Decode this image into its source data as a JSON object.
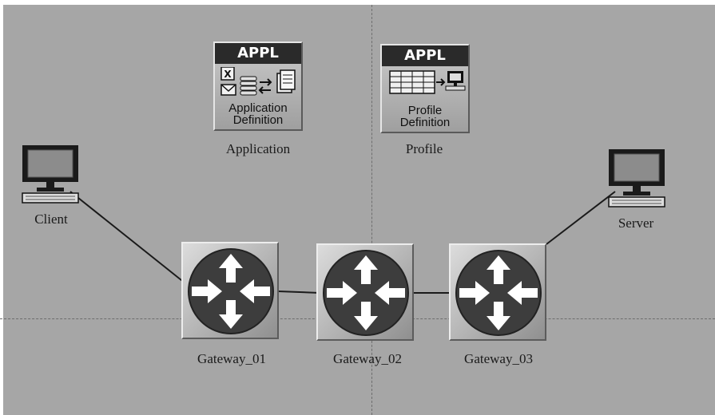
{
  "diagram": {
    "application": {
      "badge": "APPL",
      "icon_line1": "Application",
      "icon_line2": "Definition",
      "label": "Application"
    },
    "profile": {
      "badge": "APPL",
      "icon_line1": "Profile",
      "icon_line2": "Definition",
      "label": "Profile"
    },
    "client": {
      "label": "Client"
    },
    "server": {
      "label": "Server"
    },
    "gateways": [
      {
        "label": "Gateway_01"
      },
      {
        "label": "Gateway_02"
      },
      {
        "label": "Gateway_03"
      }
    ],
    "links": [
      [
        "Client",
        "Gateway_01"
      ],
      [
        "Gateway_01",
        "Gateway_02"
      ],
      [
        "Gateway_02",
        "Gateway_03"
      ],
      [
        "Gateway_03",
        "Server"
      ]
    ],
    "colors": {
      "canvas": "#a6a6a6",
      "router_disk": "#3d3d3d",
      "link": "#1a1a1a"
    }
  }
}
